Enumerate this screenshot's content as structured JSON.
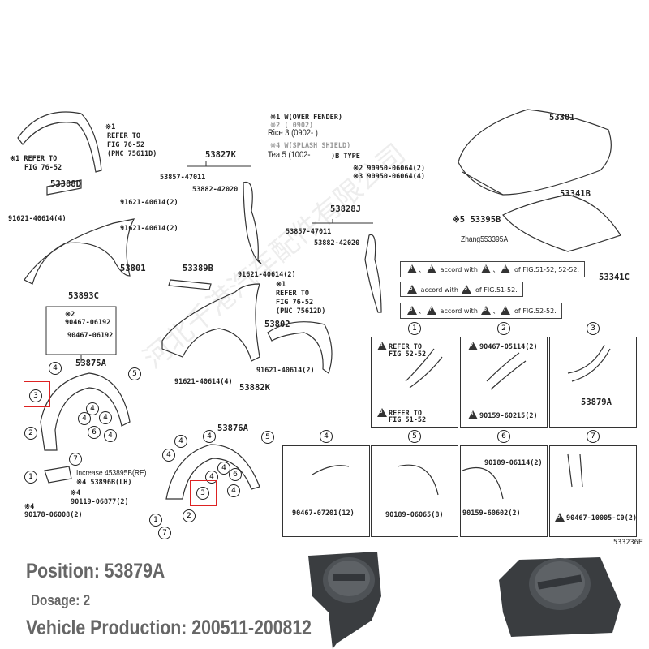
{
  "header_notes": {
    "n1": "※1 W(OVER FENDER)",
    "n2": "※2 (      0902)",
    "overlay_rice": "Rice 3 (0902-    )",
    "n4": "※4 W(SPLASH SHIELD)",
    "overlay_tea": "Tea 5 (1002-",
    "b_type": ")B TYPE"
  },
  "labels": {
    "refer1_mark": "※1",
    "refer_to": "REFER TO",
    "fig7652": "FIG 76-52",
    "pnc75611d": "(PNC 75611D)",
    "pnc75612d": "(PNC 75612D)",
    "refer2": "※1 REFER TO",
    "p53388D": "53388D",
    "p53801": "53801",
    "p53802": "53802",
    "p53827K": "53827K",
    "p53828J": "53828J",
    "p53389B": "53389B",
    "p53882K": "53882K",
    "bolt2": "91621-40614(2)",
    "bolt4": "91621-40614(4)",
    "p53857": "53857-47011",
    "p53882": "53882-42020",
    "clip2": "※2 90950-06064(2)",
    "clip3": "※3 90950-06064(4)",
    "p53301": "53301",
    "p53341B": "53341B",
    "p53395B": "※5 53395B",
    "zhang": "Zhang553395A",
    "p53341C": "53341C",
    "p53893C": "53893C",
    "mark2": "※2",
    "p90467_06192": "90467-06192",
    "p53875A": "53875A",
    "p53876A": "53876A",
    "increase": "Increase 453895B(RE)",
    "p53896B": "※4 53896B(LH)",
    "mark4": "※4",
    "p90119": "90119-06877(2)",
    "p90178": "90178-06008(2)",
    "fig5252": "FIG 52-52",
    "fig5152": "FIG 51-52",
    "p90467_05114": "90467-05114(2)",
    "p90159_60215": "90159-60215(2)",
    "p53879A": "53879A",
    "p90467_07201": "90467-07201(12)",
    "p90189_06065": "90189-06065(8)",
    "p90189_06114": "90189-06114(2)",
    "p90159_60602": "90159-60602(2)",
    "p90467_10005": "90467-10005-C0(2)",
    "fig_id": "533236F"
  },
  "notes": [
    {
      "a": "3",
      "b": "4",
      "accord": "accord with",
      "c": "3",
      "d": "4",
      "fig": "of FIG.51-52, 52-52."
    },
    {
      "a": "5",
      "accord": "accord with",
      "c": "5",
      "fig": "of FIG.51-52."
    },
    {
      "a": "6",
      "b": "7",
      "accord": "accord with",
      "c": "6",
      "d": "7",
      "fig": "of FIG.52-52."
    }
  ],
  "circles": {
    "1": "1",
    "2": "2",
    "3": "3",
    "4": "4",
    "5": "5",
    "6": "6",
    "7": "7"
  },
  "watermark": "河北千港汽车配件有限公司",
  "info": {
    "position": "Position: 53879A",
    "dosage": "Dosage: 2",
    "production": "Vehicle Production: 200511-200812"
  },
  "colors": {
    "highlight": "#dd2222",
    "info_text": "#666666"
  }
}
